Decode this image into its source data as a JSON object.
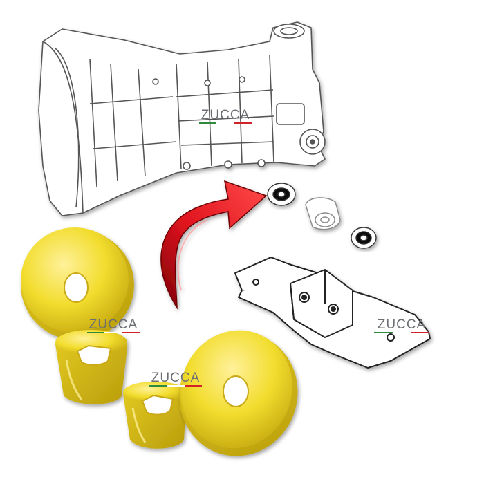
{
  "watermark": {
    "brand": "ZUCCA",
    "flag_colors": [
      "#2e8b3d",
      "#ffffff",
      "#d2232a"
    ]
  },
  "colors": {
    "line_art": "#555555",
    "bushing_fill": "#f2dd2e",
    "bushing_shade": "#d9c21c",
    "arrow_red": "#e0141e",
    "arrow_dark": "#7d0008"
  },
  "parts": [
    {
      "name": "gearbox-drawing"
    },
    {
      "name": "engine-mount-bracket"
    },
    {
      "name": "rubber-bushing-line-art"
    },
    {
      "name": "washer-upper"
    },
    {
      "name": "washer-lower"
    },
    {
      "name": "red-curved-arrow"
    },
    {
      "name": "polyurethane-disc-large"
    },
    {
      "name": "polyurethane-disc-right"
    },
    {
      "name": "polyurethane-bushing-left"
    },
    {
      "name": "polyurethane-bushing-center"
    }
  ]
}
